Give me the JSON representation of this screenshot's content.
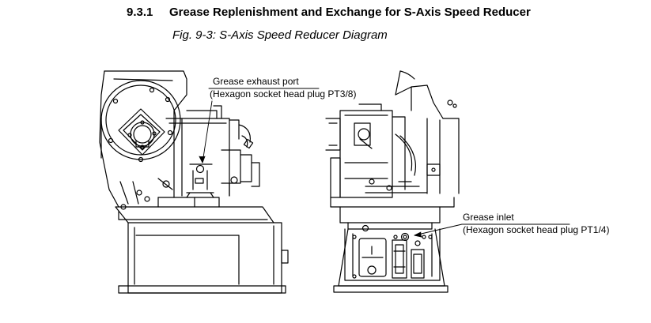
{
  "section": {
    "number": "9.3.1",
    "title": "Grease Replenishment and Exchange for S-Axis Speed Reducer"
  },
  "figure": {
    "caption": "Fig. 9-3: S-Axis Speed Reducer Diagram",
    "callouts": {
      "exhaust_label": "Grease exhaust port",
      "exhaust_detail": "(Hexagon socket head plug PT3/8)",
      "inlet_label": "Grease inlet",
      "inlet_detail": "(Hexagon socket head plug PT1/4)"
    }
  }
}
